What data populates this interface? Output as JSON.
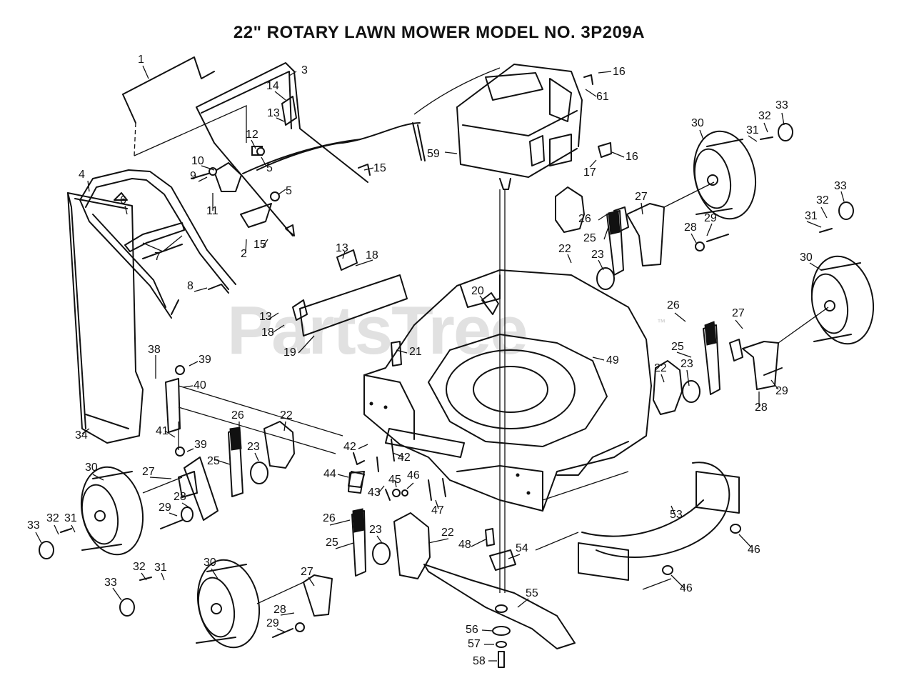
{
  "title": "22\" ROTARY LAWN MOWER MODEL NO.  3P209A",
  "watermark": {
    "text": "PartsTree",
    "trademark": "™"
  },
  "callouts": [
    {
      "id": "c1",
      "label": "1"
    },
    {
      "id": "c3",
      "label": "3"
    },
    {
      "id": "c16a",
      "label": "16"
    },
    {
      "id": "c61",
      "label": "61"
    },
    {
      "id": "c14",
      "label": "14"
    },
    {
      "id": "c13a",
      "label": "13"
    },
    {
      "id": "c12",
      "label": "12"
    },
    {
      "id": "c33a",
      "label": "33"
    },
    {
      "id": "c32a",
      "label": "32"
    },
    {
      "id": "c30a",
      "label": "30"
    },
    {
      "id": "c31a",
      "label": "31"
    },
    {
      "id": "c10",
      "label": "10"
    },
    {
      "id": "c5a",
      "label": "5"
    },
    {
      "id": "c59",
      "label": "59"
    },
    {
      "id": "c16b",
      "label": "16"
    },
    {
      "id": "c17",
      "label": "17"
    },
    {
      "id": "c4",
      "label": "4"
    },
    {
      "id": "c9",
      "label": "9"
    },
    {
      "id": "c15a",
      "label": "15"
    },
    {
      "id": "c5b",
      "label": "5"
    },
    {
      "id": "c11",
      "label": "11"
    },
    {
      "id": "c6",
      "label": "6"
    },
    {
      "id": "c27a",
      "label": "27"
    },
    {
      "id": "c33b",
      "label": "33"
    },
    {
      "id": "c32b",
      "label": "32"
    },
    {
      "id": "c31b",
      "label": "31"
    },
    {
      "id": "c26a",
      "label": "26"
    },
    {
      "id": "c29a",
      "label": "29"
    },
    {
      "id": "c25a",
      "label": "25"
    },
    {
      "id": "c28a",
      "label": "28"
    },
    {
      "id": "c15b",
      "label": "15"
    },
    {
      "id": "c2",
      "label": "2"
    },
    {
      "id": "c7",
      "label": "7"
    },
    {
      "id": "c13b",
      "label": "13"
    },
    {
      "id": "c18a",
      "label": "18"
    },
    {
      "id": "c22a",
      "label": "22"
    },
    {
      "id": "c23a",
      "label": "23"
    },
    {
      "id": "c30b",
      "label": "30"
    },
    {
      "id": "c8",
      "label": "8"
    },
    {
      "id": "c20",
      "label": "20"
    },
    {
      "id": "c13c",
      "label": "13"
    },
    {
      "id": "c18b",
      "label": "18"
    },
    {
      "id": "c26b",
      "label": "26"
    },
    {
      "id": "c27b",
      "label": "27"
    },
    {
      "id": "c19",
      "label": "19"
    },
    {
      "id": "c21",
      "label": "21"
    },
    {
      "id": "c49",
      "label": "49"
    },
    {
      "id": "c25b",
      "label": "25"
    },
    {
      "id": "c38",
      "label": "38"
    },
    {
      "id": "c39a",
      "label": "39"
    },
    {
      "id": "c22b",
      "label": "22"
    },
    {
      "id": "c23b",
      "label": "23"
    },
    {
      "id": "c29b",
      "label": "29"
    },
    {
      "id": "c40",
      "label": "40"
    },
    {
      "id": "c28b",
      "label": "28"
    },
    {
      "id": "c26c",
      "label": "26"
    },
    {
      "id": "c22c",
      "label": "22"
    },
    {
      "id": "c34",
      "label": "34"
    },
    {
      "id": "c41",
      "label": "41"
    },
    {
      "id": "c39b",
      "label": "39"
    },
    {
      "id": "c42a",
      "label": "42"
    },
    {
      "id": "c42b",
      "label": "42"
    },
    {
      "id": "c25c",
      "label": "25"
    },
    {
      "id": "c23c",
      "label": "23"
    },
    {
      "id": "c30c",
      "label": "30"
    },
    {
      "id": "c27c",
      "label": "27"
    },
    {
      "id": "c44",
      "label": "44"
    },
    {
      "id": "c45",
      "label": "45"
    },
    {
      "id": "c46a",
      "label": "46"
    },
    {
      "id": "c43",
      "label": "43"
    },
    {
      "id": "c28c",
      "label": "28"
    },
    {
      "id": "c47",
      "label": "47"
    },
    {
      "id": "c53",
      "label": "53"
    },
    {
      "id": "c33c",
      "label": "33"
    },
    {
      "id": "c32c",
      "label": "32"
    },
    {
      "id": "c31c",
      "label": "31"
    },
    {
      "id": "c29c",
      "label": "29"
    },
    {
      "id": "c26d",
      "label": "26"
    },
    {
      "id": "c46b",
      "label": "46"
    },
    {
      "id": "c23d",
      "label": "23"
    },
    {
      "id": "c22d",
      "label": "22"
    },
    {
      "id": "c25d",
      "label": "25"
    },
    {
      "id": "c48",
      "label": "48"
    },
    {
      "id": "c54",
      "label": "54"
    },
    {
      "id": "c33d",
      "label": "33"
    },
    {
      "id": "c32d",
      "label": "32"
    },
    {
      "id": "c31d",
      "label": "31"
    },
    {
      "id": "c30d",
      "label": "30"
    },
    {
      "id": "c27d",
      "label": "27"
    },
    {
      "id": "c55",
      "label": "55"
    },
    {
      "id": "c46c",
      "label": "46"
    },
    {
      "id": "c28d",
      "label": "28"
    },
    {
      "id": "c29d",
      "label": "29"
    },
    {
      "id": "c56",
      "label": "56"
    },
    {
      "id": "c57",
      "label": "57"
    },
    {
      "id": "c58",
      "label": "58"
    }
  ]
}
